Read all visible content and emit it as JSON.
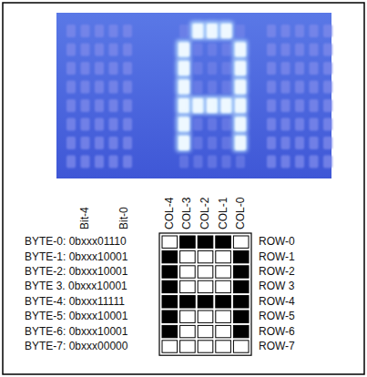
{
  "diagram": {
    "labels": [
      "Bit-4",
      "Bit-0",
      "COL-4",
      "COL-3",
      "COL-2",
      "COL-1",
      "COL-0",
      "BYTE-0: 0bxxx01110",
      "ROW-0",
      "BYTE-1: 0bxxx10001",
      "ROW-1",
      "BYTE-2: 0bxxx10001",
      "ROW-2",
      "BYTE 3. 0bxxx10001",
      "ROW 3",
      "BYTE-4: 0bxxx11111",
      "ROW-4",
      "BYTE-5: 0bxxx10001",
      "ROW-5",
      "BYTE-6: 0bxxx10001",
      "ROW-6",
      "BYTE-7: 0bxxx00000",
      "ROW-7"
    ]
  }
}
